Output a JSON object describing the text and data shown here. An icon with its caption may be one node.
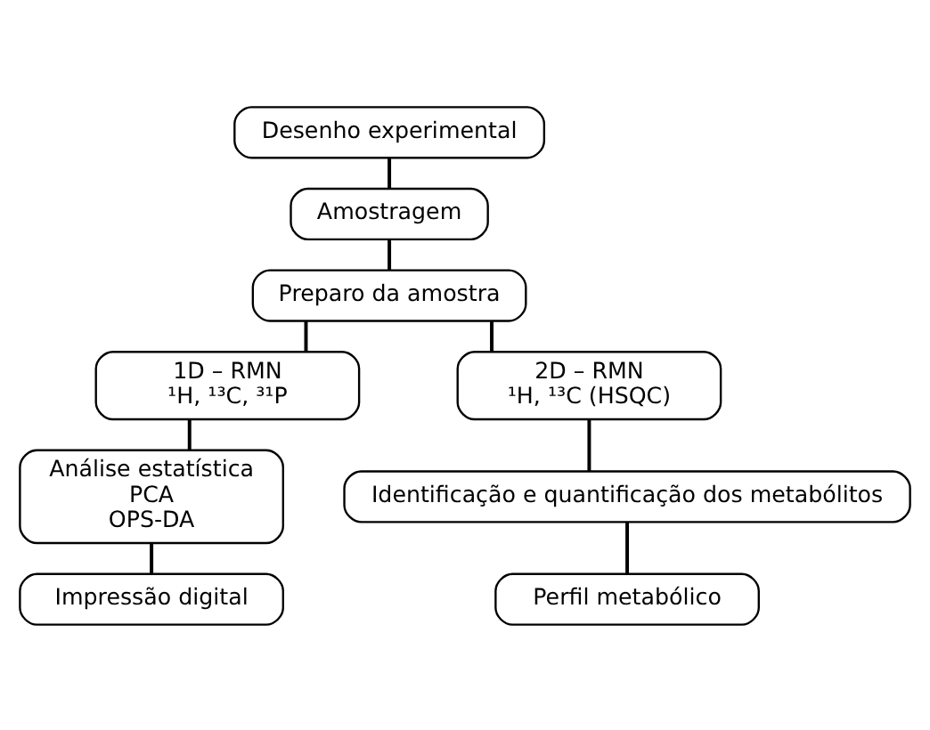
{
  "diagram": {
    "nodes": [
      {
        "text": [
          "Desenho experimental"
        ]
      },
      {
        "text": [
          "Amostragem"
        ]
      },
      {
        "text": [
          "Preparo da amostra"
        ]
      },
      {
        "text": [
          "1D – RMN",
          "¹H, ¹³C, ³¹P"
        ]
      },
      {
        "text": [
          "2D – RMN",
          "¹H, ¹³C (HSQC)"
        ]
      },
      {
        "text": [
          "Análise estatística",
          "PCA",
          "OPS-DA"
        ]
      },
      {
        "text": [
          "Identificação e quantificação dos metabólitos"
        ]
      },
      {
        "text": [
          "Impressão digital"
        ]
      },
      {
        "text": [
          "Perfil metabólico"
        ]
      }
    ],
    "edges": [
      {
        "from": 0,
        "to": 1,
        "arrow": "none"
      },
      {
        "from": 1,
        "to": 2,
        "arrow": "none"
      },
      {
        "from": 2,
        "to": 3,
        "arrow": "none"
      },
      {
        "from": 2,
        "to": 4,
        "arrow": "none"
      },
      {
        "from": 3,
        "to": 5,
        "arrow": "none"
      },
      {
        "from": 4,
        "to": 6,
        "arrow": "none"
      },
      {
        "from": 5,
        "to": 7,
        "arrow": "none"
      },
      {
        "from": 6,
        "to": 8,
        "arrow": "none"
      }
    ]
  }
}
